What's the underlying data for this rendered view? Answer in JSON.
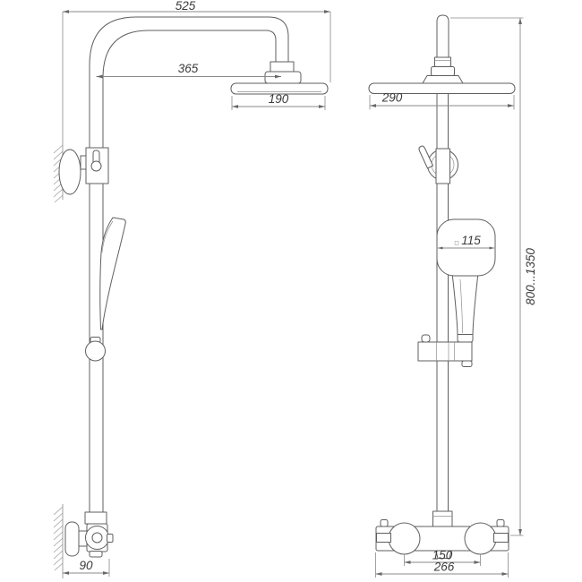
{
  "background": "#ffffff",
  "colors": {
    "object_line": "#5f5f5f",
    "dimension_line": "#8a8a8a",
    "dimension_text": "#3a3a3a",
    "hatch_line": "#9a9a9a"
  },
  "dimensions": {
    "front_view": {
      "overall_width": "525",
      "arm_reach": "365",
      "head_diameter": "190",
      "wall_offset": "90"
    },
    "side_view": {
      "head_depth": "290",
      "hand_shower_size_symbol": "□",
      "hand_shower_size": "115",
      "height_range": "800...1350",
      "inlet_spacing": "150",
      "mixer_width": "266"
    }
  }
}
